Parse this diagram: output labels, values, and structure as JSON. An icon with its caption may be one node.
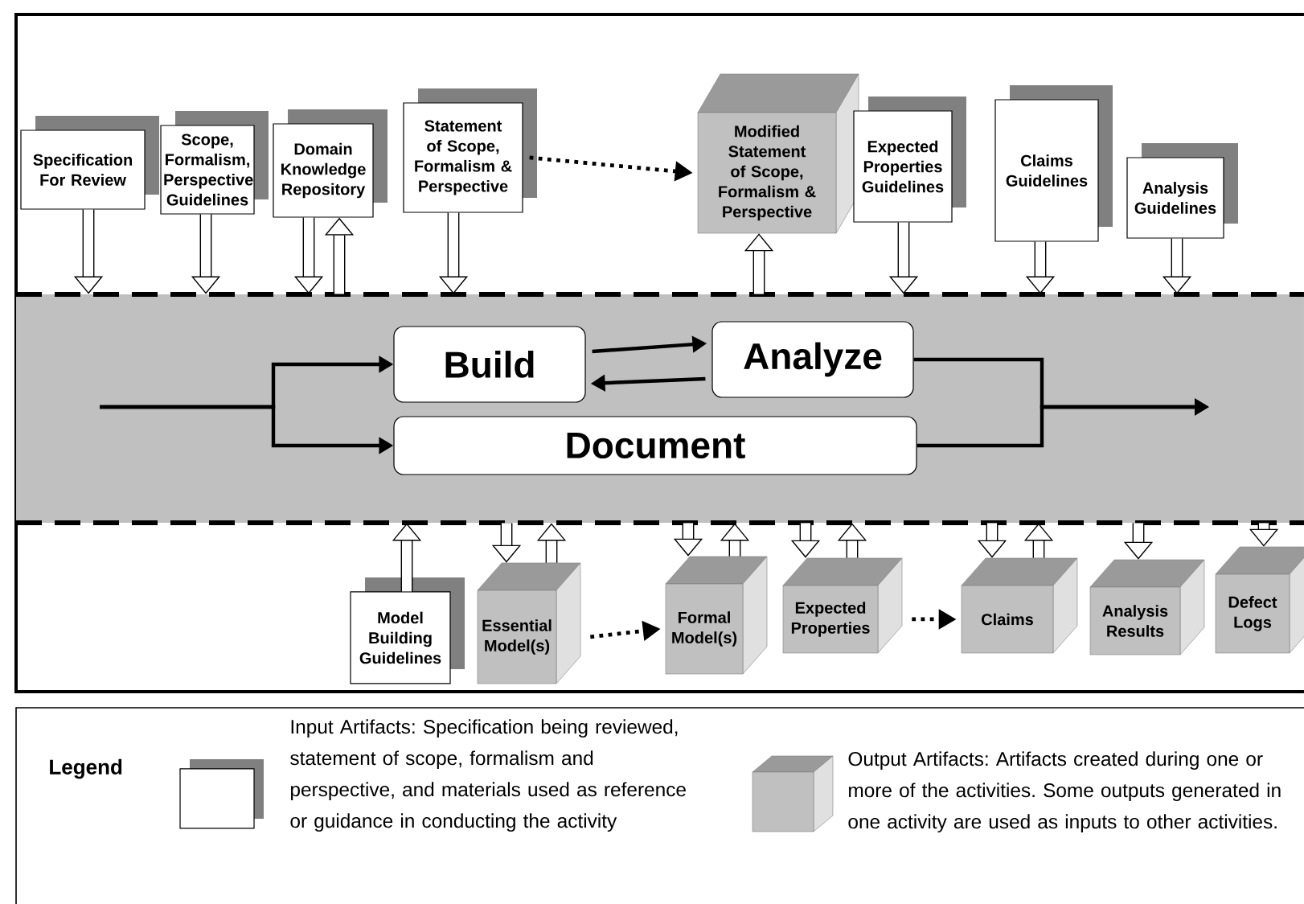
{
  "diagram": {
    "nodes": [
      {
        "text": [
          "Specification For Review"
        ]
      },
      {
        "text": [
          "Scope, Formalism, Perspective Guidelines"
        ]
      },
      {
        "text": [
          "Domain Knowledge Repository"
        ]
      },
      {
        "text": [
          "Statement of Scope, Formalism & Perspective"
        ]
      },
      {
        "text": [
          "Modified Statement of Scope, Formalism & Perspective"
        ]
      },
      {
        "text": [
          "Expected Properties Guidelines"
        ]
      },
      {
        "text": [
          "Claims Guidelines"
        ]
      },
      {
        "text": [
          "Analysis Guidelines"
        ]
      },
      {
        "text": [],
        "shape": "band"
      },
      {
        "text": [
          "Build"
        ],
        "in": 8
      },
      {
        "text": [
          "Analyze"
        ],
        "in": 8
      },
      {
        "text": [
          "Document"
        ],
        "in": 8
      },
      {
        "text": [
          "Model Building Guidelines"
        ]
      },
      {
        "text": [
          "Essential Model(s)"
        ]
      },
      {
        "text": [
          "Formal Model(s)"
        ]
      },
      {
        "text": [
          "Expected Properties"
        ]
      },
      {
        "text": [
          "Claims"
        ]
      },
      {
        "text": [
          "Analysis Results"
        ]
      },
      {
        "text": [
          "Defect Logs"
        ]
      }
    ],
    "edges": [
      {
        "from": 0,
        "to": 8,
        "arrow": "to"
      },
      {
        "from": 1,
        "to": 8,
        "arrow": "to"
      },
      {
        "from": 2,
        "to": 8,
        "arrow": "to"
      },
      {
        "from": 8,
        "to": 2,
        "arrow": "to"
      },
      {
        "from": 3,
        "to": 8,
        "arrow": "to"
      },
      {
        "from": 3,
        "to": 4,
        "arrow": "to",
        "style": "dashed"
      },
      {
        "from": 8,
        "to": 4,
        "arrow": "to"
      },
      {
        "from": 5,
        "to": 8,
        "arrow": "to"
      },
      {
        "from": 6,
        "to": 8,
        "arrow": "to"
      },
      {
        "from": 7,
        "to": 8,
        "arrow": "to"
      },
      {
        "from": null,
        "to": 9,
        "arrow": "to"
      },
      {
        "from": null,
        "to": 11,
        "arrow": "to"
      },
      {
        "from": 9,
        "to": 10,
        "arrow": "to"
      },
      {
        "from": 10,
        "to": 9,
        "arrow": "to"
      },
      {
        "from": 10,
        "to": null,
        "arrow": "to"
      },
      {
        "from": 11,
        "to": null,
        "arrow": "to"
      },
      {
        "from": 12,
        "to": 8,
        "arrow": "to"
      },
      {
        "from": 8,
        "to": 13,
        "arrow": "to"
      },
      {
        "from": 13,
        "to": 8,
        "arrow": "to"
      },
      {
        "from": 13,
        "to": 14,
        "arrow": "to",
        "style": "dashed"
      },
      {
        "from": 8,
        "to": 14,
        "arrow": "to"
      },
      {
        "from": 14,
        "to": 8,
        "arrow": "to"
      },
      {
        "from": 8,
        "to": 15,
        "arrow": "to"
      },
      {
        "from": 15,
        "to": 8,
        "arrow": "to"
      },
      {
        "from": 15,
        "to": 16,
        "arrow": "to",
        "style": "dashed"
      },
      {
        "from": 8,
        "to": 16,
        "arrow": "to"
      },
      {
        "from": 16,
        "to": 8,
        "arrow": "to"
      },
      {
        "from": 8,
        "to": 17,
        "arrow": "to"
      },
      {
        "from": 8,
        "to": 18,
        "arrow": "to"
      }
    ],
    "labels": [
      "Legend"
    ],
    "legend": [
      {
        "text": "Input Artifacts: Specification being reviewed, statement of scope, formalism and perspective, and materials used as reference or guidance in conducting the activity"
      },
      {
        "text": "Output Artifacts: Artifacts created during one or more of the activities. Some outputs generated in one activity are used as inputs to other activities."
      }
    ]
  }
}
